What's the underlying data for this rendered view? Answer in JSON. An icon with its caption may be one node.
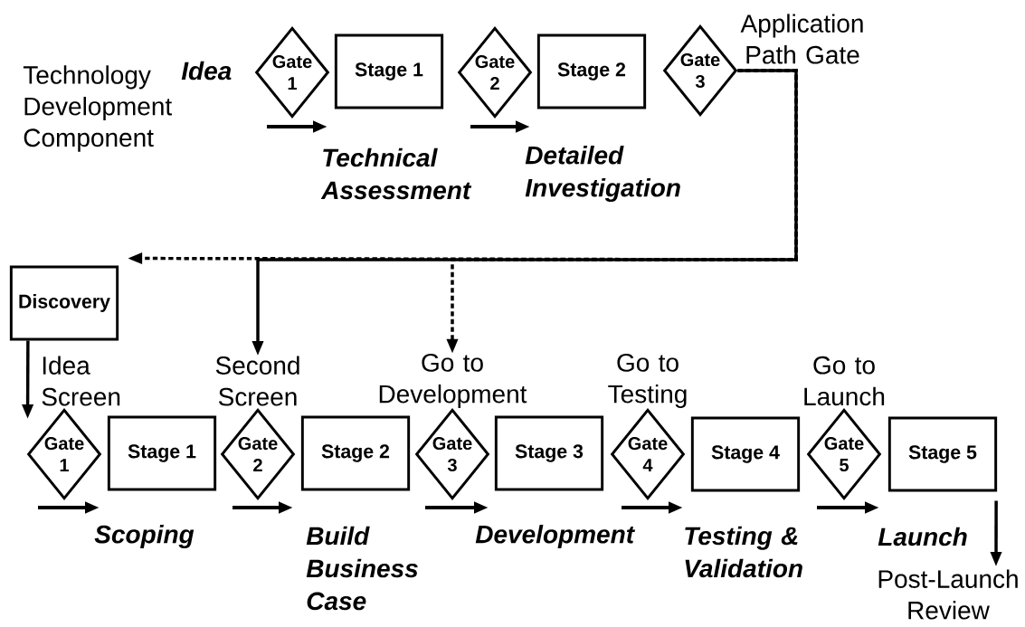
{
  "diagram": {
    "nodes": [
      {
        "text": [
          "Gate 1"
        ]
      },
      {
        "text": [
          "Stage 1"
        ],
        "beside": [
          "Technical Assessment"
        ]
      },
      {
        "text": [
          "Gate 2"
        ]
      },
      {
        "text": [
          "Stage 2"
        ],
        "beside": [
          "Detailed Investigation"
        ]
      },
      {
        "text": [
          "Gate 3"
        ],
        "beside": [
          "Application Path Gate"
        ]
      },
      {
        "text": [
          "Discovery"
        ]
      },
      {
        "text": [
          "Gate 1"
        ],
        "beside": [
          "Idea Screen"
        ]
      },
      {
        "text": [
          "Stage 1"
        ],
        "beside": [
          "Scoping"
        ]
      },
      {
        "text": [
          "Gate 2"
        ],
        "beside": [
          "Second Screen"
        ]
      },
      {
        "text": [
          "Stage 2"
        ],
        "beside": [
          "Build Business Case"
        ]
      },
      {
        "text": [
          "Gate 3"
        ],
        "beside": [
          "Go to Development"
        ]
      },
      {
        "text": [
          "Stage 3"
        ],
        "beside": [
          "Development"
        ]
      },
      {
        "text": [
          "Gate 4"
        ],
        "beside": [
          "Go to Testing"
        ]
      },
      {
        "text": [
          "Stage 4"
        ],
        "beside": [
          "Testing & Validation"
        ]
      },
      {
        "text": [
          "Gate 5"
        ],
        "beside": [
          "Go to Launch"
        ]
      },
      {
        "text": [
          "Stage 5"
        ],
        "beside": [
          "Launch"
        ]
      },
      {
        "text": [
          "Post-Launch Review"
        ]
      }
    ],
    "edges": [
      {
        "from": 4,
        "to": 5,
        "arrow": "to",
        "style": "dashed"
      },
      {
        "from": 4,
        "to": 8,
        "arrow": "to"
      },
      {
        "from": 4,
        "to": 10,
        "arrow": "to",
        "style": "dashed"
      },
      {
        "from": 5,
        "to": 6,
        "arrow": "to"
      },
      {
        "from": 15,
        "to": 16,
        "arrow": "to"
      }
    ],
    "labels": [
      "Technology Development Component",
      "Idea"
    ]
  }
}
